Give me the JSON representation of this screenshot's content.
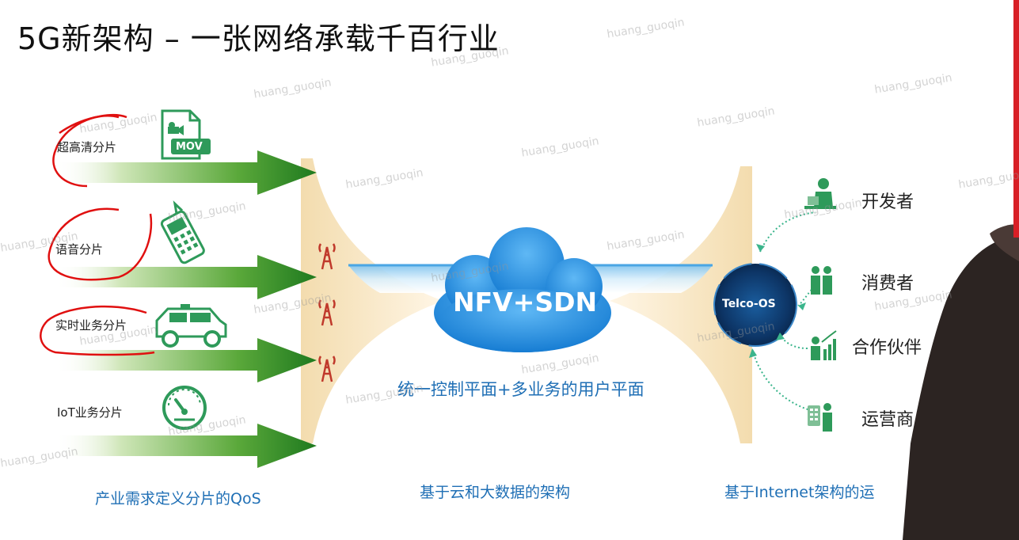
{
  "title": "5G新架构 – 一张网络承载千百行业",
  "slices": [
    {
      "label": "超高清分片",
      "icon": "mov-file-icon",
      "icon_text": "MOV"
    },
    {
      "label": "语音分片",
      "icon": "mobile-phone-icon"
    },
    {
      "label": "实时业务分片",
      "icon": "car-icon"
    },
    {
      "label": "IoT业务分片",
      "icon": "gauge-icon"
    }
  ],
  "cloud_label": "NFV+SDN",
  "unified_caption": "统一控制平面+多业务的用户平面",
  "telco_label": "Telco-OS",
  "roles": [
    {
      "label": "开发者",
      "icon": "developer-icon"
    },
    {
      "label": "消费者",
      "icon": "consumer-icon"
    },
    {
      "label": "合作伙伴",
      "icon": "partner-icon"
    },
    {
      "label": "运营商",
      "icon": "operator-icon"
    }
  ],
  "captions": {
    "left": "产业需求定义分片的QoS",
    "middle": "基于云和大数据的架构",
    "right": "基于Internet架构的运"
  },
  "watermark": "huang_guoqin",
  "colors": {
    "arrow_green": "#2e8b22",
    "cloud_blue": "#1e8fe0",
    "caption_blue": "#1f6fb5",
    "icon_green": "#2e9a5a",
    "tower_red": "#c0392b",
    "telco_navy": "#0f3a6b"
  }
}
